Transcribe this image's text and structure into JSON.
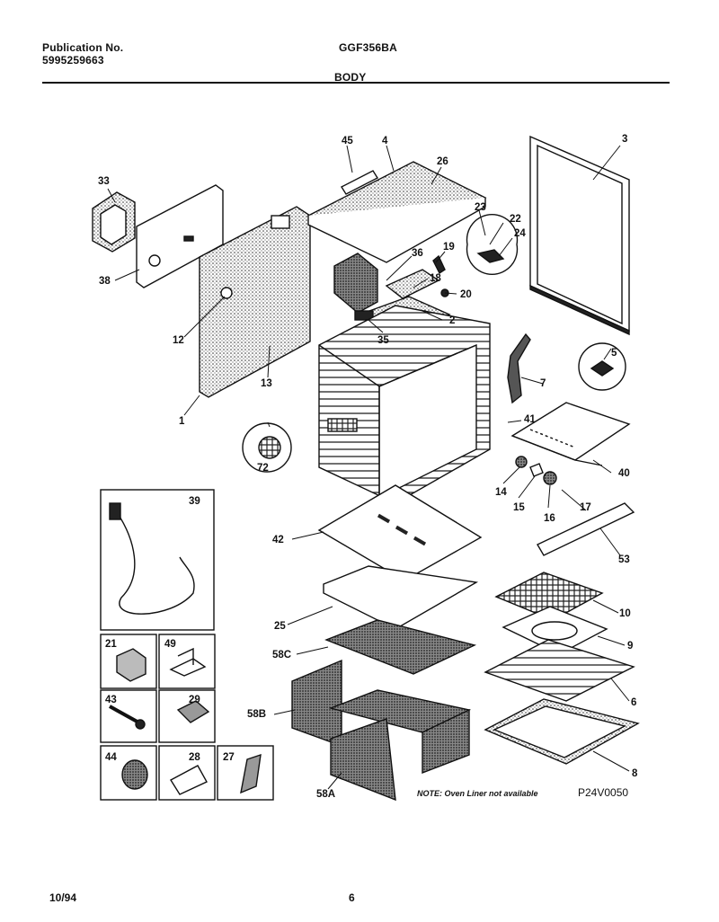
{
  "header": {
    "publication_label": "Publication No.",
    "publication_number": "5995259663",
    "model": "GGF356BA",
    "section": "BODY"
  },
  "callouts": [
    "45",
    "4",
    "26",
    "3",
    "33",
    "23",
    "22",
    "24",
    "19",
    "38",
    "36",
    "18",
    "20",
    "2",
    "12",
    "35",
    "5",
    "13",
    "7",
    "1",
    "41",
    "72",
    "40",
    "14",
    "15",
    "16",
    "17",
    "39",
    "42",
    "53",
    "10",
    "25",
    "9",
    "58C",
    "6",
    "58B",
    "21",
    "49",
    "43",
    "29",
    "44",
    "28",
    "27",
    "8",
    "58A"
  ],
  "note": "NOTE: Oven Liner not available",
  "diagram_code": "P24V0050",
  "footer": {
    "date": "10/94",
    "page": "6"
  }
}
